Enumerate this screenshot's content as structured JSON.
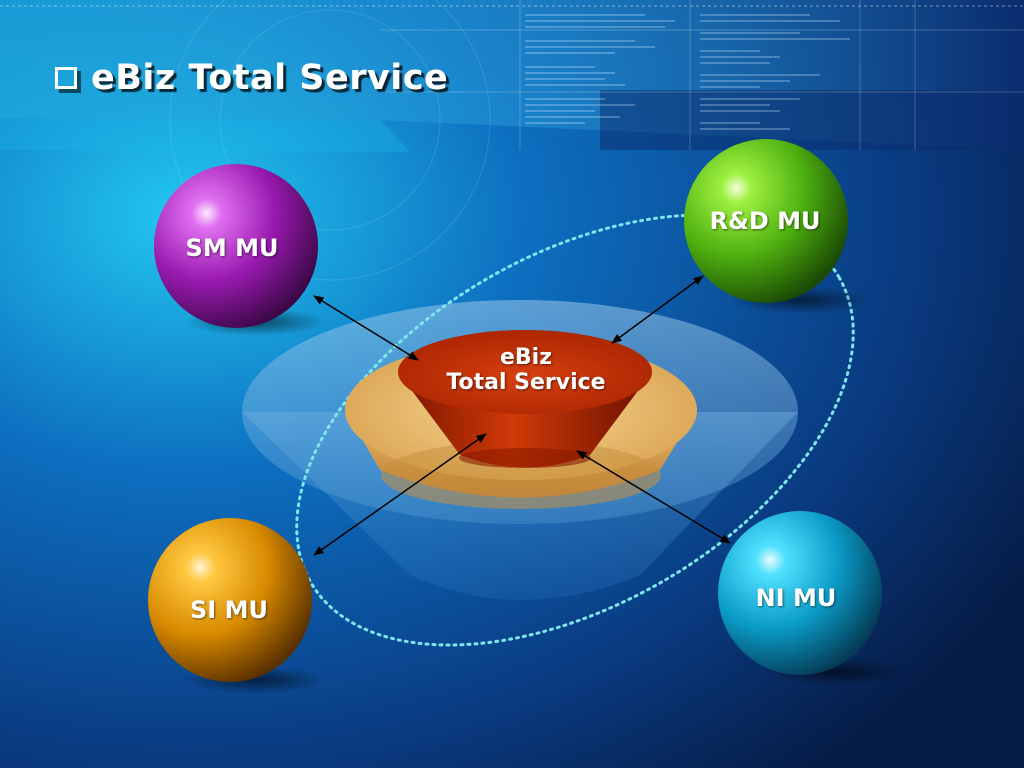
{
  "title": "eBiz Total Service",
  "center": {
    "line1": "eBiz",
    "line2": "Total Service"
  },
  "units": {
    "sm": "SM MU",
    "rd": "R&D MU",
    "si": "SI MU",
    "ni": "NI MU"
  },
  "colors": {
    "background": "#0b4f9a",
    "sm_sphere": "#a020b0",
    "rd_sphere": "#58c010",
    "si_sphere": "#e89a00",
    "ni_sphere": "#12a8d0",
    "core": "#c02800",
    "ring": "#e0a850",
    "orbit": "#7fe6f0"
  }
}
